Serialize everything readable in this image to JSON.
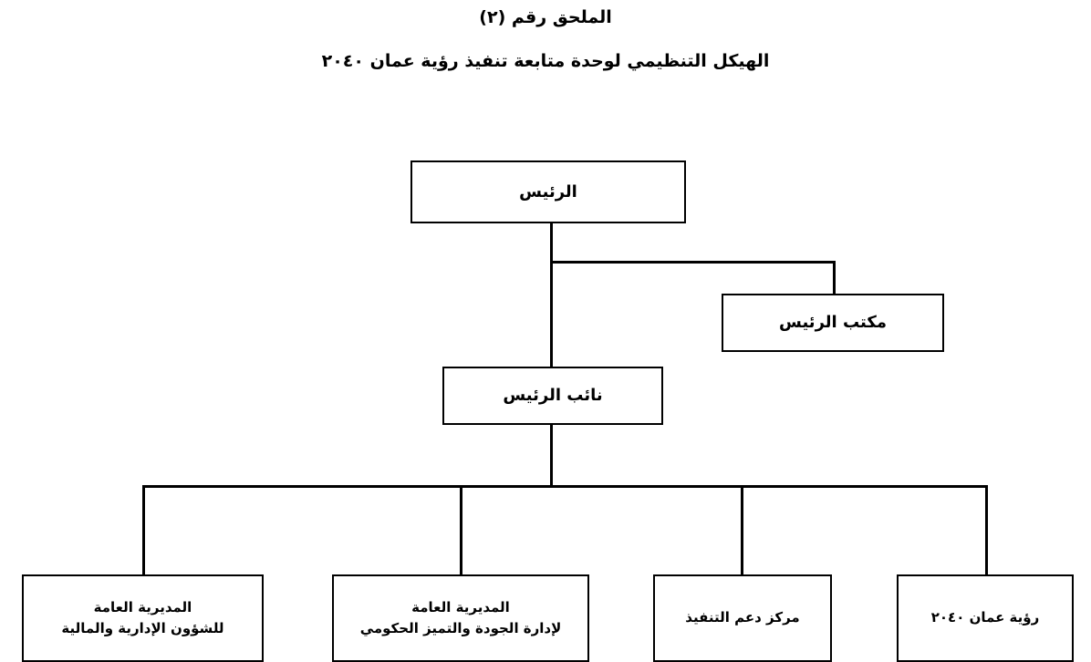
{
  "document": {
    "title": "الملحق رقم (٢)",
    "subtitle": "الهيكل التنظيمي لوحدة متابعة تنفيذ رؤية عمان ٢٠٤٠",
    "direction": "rtl",
    "background_color": "#ffffff",
    "line_color": "#000000",
    "text_color": "#000000"
  },
  "chart_data": {
    "type": "diagram",
    "diagram_type": "organizational-chart",
    "orientation": "top-down",
    "title": "الملحق رقم (٢)",
    "subtitle": "الهيكل التنظيمي لوحدة متابعة تنفيذ رؤية عمان ٢٠٤٠",
    "nodes": [
      {
        "id": "president",
        "label": "الرئيس",
        "level": 0
      },
      {
        "id": "president-office",
        "label": "مكتب الرئيس",
        "level": 1
      },
      {
        "id": "vice-president",
        "label": "نائب الرئيس",
        "level": 1
      },
      {
        "id": "admin-finance",
        "label": "المديرية العامة\nللشؤون الإدارية والمالية",
        "level": 2
      },
      {
        "id": "quality",
        "label": "المديرية العامة\nلإدارة الجودة والتميز الحكومي",
        "level": 2
      },
      {
        "id": "impl-support",
        "label": "مركز دعم التنفيذ",
        "level": 2
      },
      {
        "id": "vision2040",
        "label": "رؤية عمان ٢٠٤٠",
        "level": 2
      }
    ],
    "edges": [
      {
        "from": "president",
        "to": "president-office",
        "style": "elbow"
      },
      {
        "from": "president",
        "to": "vice-president",
        "style": "straight"
      },
      {
        "from": "vice-president",
        "to": "admin-finance",
        "style": "bus"
      },
      {
        "from": "vice-president",
        "to": "quality",
        "style": "bus"
      },
      {
        "from": "vice-president",
        "to": "impl-support",
        "style": "bus"
      },
      {
        "from": "vice-president",
        "to": "vision2040",
        "style": "bus"
      }
    ]
  }
}
